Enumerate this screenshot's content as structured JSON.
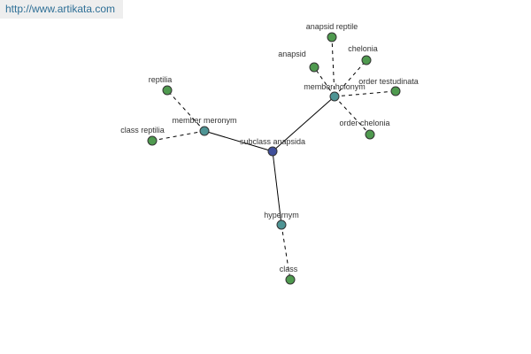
{
  "banner": {
    "url": "http://www.artikata.com"
  },
  "colors": {
    "center": "#3f4f9a",
    "relation": "#4e9494",
    "term": "#4f9a4f"
  },
  "graph": {
    "center": {
      "id": "center",
      "label": "subclass anapsida"
    },
    "relations": [
      {
        "id": "member-holonym",
        "label": "member holonym"
      },
      {
        "id": "member-meronym",
        "label": "member meronym"
      },
      {
        "id": "hypernym",
        "label": "hypernym"
      }
    ],
    "terms": [
      {
        "id": "anapsid-reptile",
        "label": "anapsid reptile",
        "relation": "member-holonym"
      },
      {
        "id": "anapsid",
        "label": "anapsid",
        "relation": "member-holonym"
      },
      {
        "id": "chelonia",
        "label": "chelonia",
        "relation": "member-holonym"
      },
      {
        "id": "order-testudinata",
        "label": "order testudinata",
        "relation": "member-holonym"
      },
      {
        "id": "order-chelonia",
        "label": "order chelonia",
        "relation": "member-holonym"
      },
      {
        "id": "reptilia",
        "label": "reptilia",
        "relation": "member-meronym"
      },
      {
        "id": "class-reptilia",
        "label": "class reptilia",
        "relation": "member-meronym"
      },
      {
        "id": "class",
        "label": "class",
        "relation": "hypernym"
      }
    ]
  }
}
